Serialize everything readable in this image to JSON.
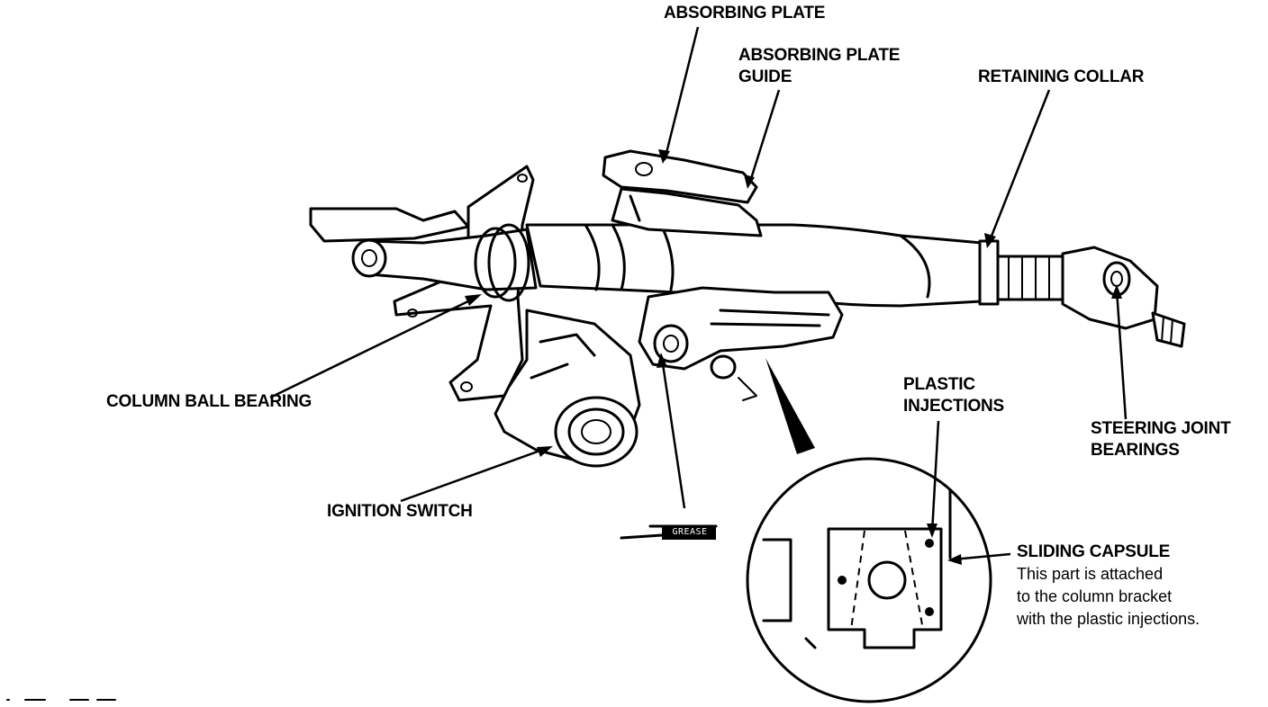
{
  "labels": {
    "absorbing_plate": "ABSORBING PLATE",
    "absorbing_plate_guide_line1": "ABSORBING PLATE",
    "absorbing_plate_guide_line2": "GUIDE",
    "retaining_collar": "RETAINING COLLAR",
    "column_ball_bearing": "COLUMN BALL BEARING",
    "ignition_switch": "IGNITION SWITCH",
    "plastic_injections_line1": "PLASTIC",
    "plastic_injections_line2": "INJECTIONS",
    "steering_joint_bearings_line1": "STEERING JOINT",
    "steering_joint_bearings_line2": "BEARINGS",
    "sliding_capsule": "SLIDING CAPSULE",
    "sliding_capsule_desc_line1": "This part is attached",
    "sliding_capsule_desc_line2": "to the column bracket",
    "sliding_capsule_desc_line3": "with the plastic injections.",
    "grease": "GREASE"
  }
}
